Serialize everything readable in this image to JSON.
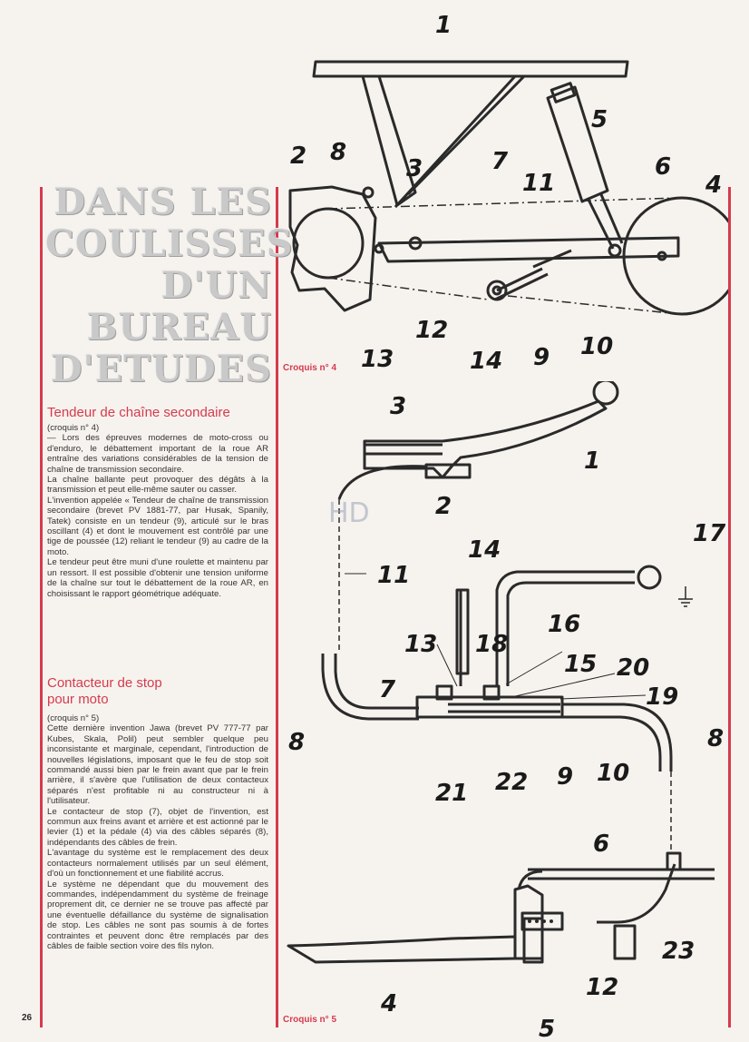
{
  "article": {
    "title_lines": [
      "DANS LES",
      "COULISSES",
      "D'UN",
      "BUREAU",
      "D'ETUDES"
    ],
    "sections": [
      {
        "title": "Tendeur de chaîne secondaire",
        "ref": "(croquis n° 4)",
        "paragraphs": [
          "— Lors des épreuves modernes de moto-cross ou d'enduro, le débattement important de la roue AR entraîne des variations considérables de la tension de chaîne de transmission secondaire.",
          "La chaîne ballante peut provoquer des dégâts à la transmission et peut elle-même sauter ou casser.",
          "L'invention appelée « Tendeur de chaîne de transmission secondaire (brevet PV 1881-77, par Husak, Spanily, Tatek) consiste en un tendeur (9), articulé sur le bras oscillant (4) et dont le mouvement est contrôlé par une tige de poussée (12) reliant le tendeur (9) au cadre de la moto.",
          "Le tendeur peut être muni d'une roulette et maintenu par un ressort. Il est possible d'obtenir une tension uniforme de la chaîne sur tout le débattement de la roue AR, en choisissant le rapport géométrique adéquate."
        ]
      },
      {
        "title_lines": [
          "Contacteur de stop",
          "pour moto"
        ],
        "ref": "(croquis n° 5)",
        "paragraphs": [
          "Cette dernière invention Jawa (brevet PV 777-77 par Kubes, Skala, Polil) peut sembler quelque peu inconsistante et marginale, cependant, l'introduction de nouvelles législations, imposant que le feu de stop soit commandé aussi bien par le frein avant que par le frein arrière, il s'avère que l'utilisation de deux contacteux séparés n'est profitable ni au constructeur ni à l'utilisateur.",
          "Le contacteur de stop (7), objet de l'invention, est commun aux freins avant et arrière et est actionné par le levier (1) et la pédale (4) via des câbles séparés (8), indépendants des câbles de frein.",
          "L'avantage du système est le remplacement des deux contacteurs normalement utilisés par un seul élément, d'où un fonctionnement et une fiabilité accrus.",
          "Le système ne dépendant que du mouvement des commandes, indépendamment du système de freinage proprement dit, ce dernier ne se trouve pas affecté par une éventuelle défaillance du système de signalisation de stop. Les câbles ne sont pas soumis à de fortes contraintes et peuvent donc être remplacés par des câbles de faible section voire des fils nylon."
        ]
      }
    ]
  },
  "figures": {
    "fig4": {
      "caption": "Croquis n° 4",
      "labels": [
        "1",
        "2",
        "8",
        "3",
        "7",
        "11",
        "5",
        "6",
        "4",
        "12",
        "13",
        "14",
        "9",
        "10"
      ]
    },
    "fig5": {
      "caption": "Croquis n° 5",
      "labels": [
        "3",
        "1",
        "2",
        "14",
        "17",
        "11",
        "16",
        "13",
        "18",
        "15",
        "20",
        "7",
        "19",
        "8",
        "8",
        "21",
        "22",
        "9",
        "10",
        "6",
        "23",
        "12",
        "4",
        "5"
      ]
    }
  },
  "watermark": "HD",
  "page_number": "26",
  "colors": {
    "accent": "#d63a4e",
    "ink": "#2a2a2a",
    "paper": "#f6f3ee"
  }
}
